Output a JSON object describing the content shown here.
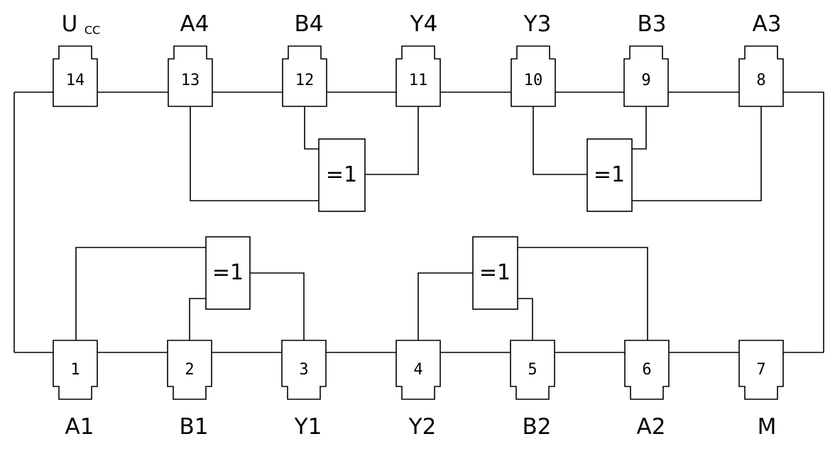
{
  "pins_top": [
    {
      "number": "14",
      "label": "U",
      "label_sub": "CC"
    },
    {
      "number": "13",
      "label": "A4"
    },
    {
      "number": "12",
      "label": "B4"
    },
    {
      "number": "11",
      "label": "Y4"
    },
    {
      "number": "10",
      "label": "Y3"
    },
    {
      "number": "9",
      "label": "B3"
    },
    {
      "number": "8",
      "label": "A3"
    }
  ],
  "pins_bottom": [
    {
      "number": "1",
      "label": "A1"
    },
    {
      "number": "2",
      "label": "B1"
    },
    {
      "number": "3",
      "label": "Y1"
    },
    {
      "number": "4",
      "label": "Y2"
    },
    {
      "number": "5",
      "label": "B2"
    },
    {
      "number": "6",
      "label": "A2"
    },
    {
      "number": "7",
      "label": "M"
    }
  ],
  "gates": [
    {
      "label": "=1",
      "inputs": [
        "A4",
        "B4"
      ],
      "output": "Y4"
    },
    {
      "label": "=1",
      "inputs": [
        "B3",
        "A3"
      ],
      "output": "Y3"
    },
    {
      "label": "=1",
      "inputs": [
        "A1",
        "B1"
      ],
      "output": "Y1"
    },
    {
      "label": "=1",
      "inputs": [
        "B2",
        "A2"
      ],
      "output": "Y2"
    }
  ]
}
